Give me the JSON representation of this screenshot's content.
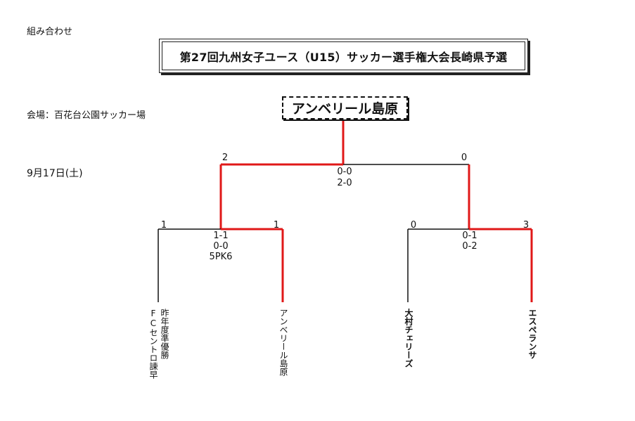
{
  "page": {
    "header_label": "組み合わせ",
    "title": "第27回九州女子ユース（U15）サッカー選手権大会長崎県予選",
    "venue": "会場：百花台公園サッカー場",
    "date": "9月17日(土)"
  },
  "champion": "アンベリール島原",
  "final": {
    "left_score": "2",
    "right_score": "0",
    "result_lines": [
      "0-0",
      "2-0"
    ]
  },
  "semi_left": {
    "left_score": "1",
    "right_score": "1",
    "result_lines": [
      "1-1",
      "0-0",
      "5PK6"
    ]
  },
  "semi_right": {
    "left_score": "0",
    "right_score": "3",
    "result_lines": [
      "0-1",
      "0-2"
    ]
  },
  "teams": [
    {
      "col1": "FCセントロ諫早",
      "col2": "昨年度準優勝"
    },
    {
      "col1": "アンベリール島原"
    },
    {
      "col1": "大村チェリーズ"
    },
    {
      "col1": "エスペランサ"
    }
  ],
  "colors": {
    "winner_line": "#e01818",
    "loser_line": "#111111"
  }
}
